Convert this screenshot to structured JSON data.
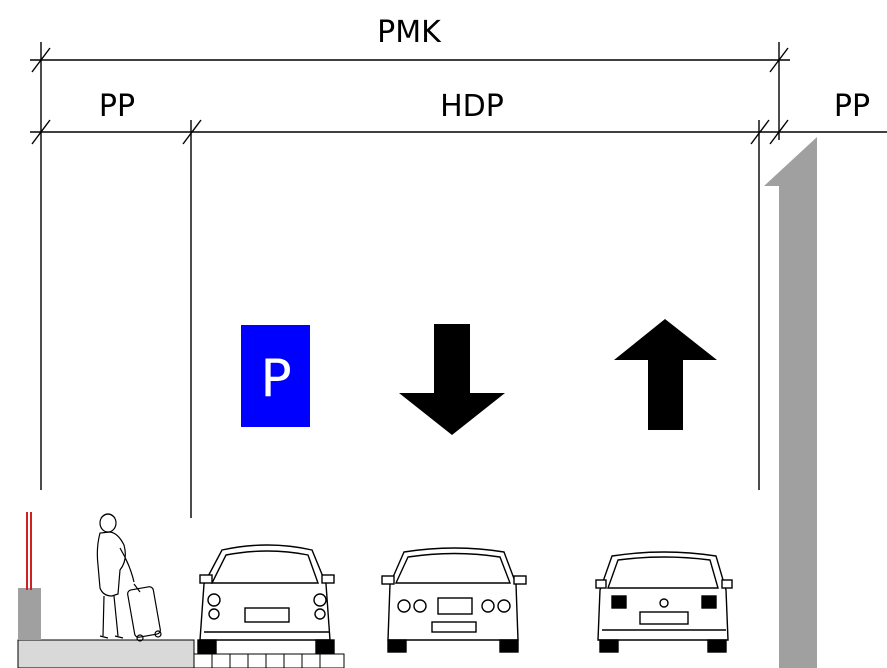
{
  "labels": {
    "overall": "PMK",
    "left_zone": "PP",
    "middle_zone": "HDP",
    "right_zone": "PP"
  },
  "parking_sign": {
    "letter": "P",
    "background_color": "#0000ff",
    "letter_color": "#ffffff"
  },
  "lane_arrows": [
    {
      "direction": "down"
    },
    {
      "direction": "up"
    }
  ],
  "colors": {
    "line": "#000000",
    "wall": "#a0a0a0",
    "curb": "#d9d9d9",
    "bollard_red": "#cc2222"
  }
}
